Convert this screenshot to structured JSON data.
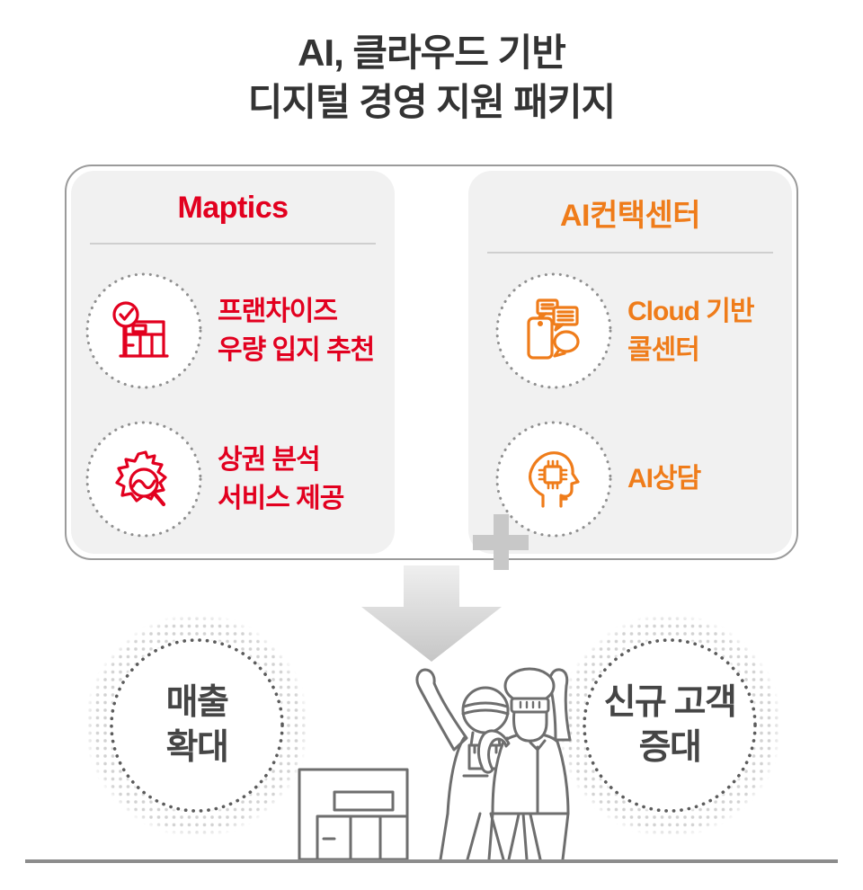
{
  "title": {
    "line1": "AI, 클라우드 기반",
    "line2": "디지털 경영 지원 패키지"
  },
  "panels": [
    {
      "id": "maptics",
      "title": "Maptics",
      "accent_color": "#e2001f",
      "items": [
        {
          "icon": "store-check-icon",
          "lines": [
            "프랜차이즈",
            "우량 입지 추천"
          ]
        },
        {
          "icon": "map-magnifier-icon",
          "lines": [
            "상권 분석",
            "서비스 제공"
          ]
        }
      ]
    },
    {
      "id": "ai-contact-center",
      "title": "AI컨택센터",
      "accent_color": "#ef7c1a",
      "items": [
        {
          "icon": "phone-chat-icon",
          "lines": [
            "Cloud 기반",
            "콜센터"
          ]
        },
        {
          "icon": "ai-head-chip-icon",
          "lines": [
            "AI상담"
          ]
        }
      ]
    }
  ],
  "connector": {
    "icon": "plus-icon"
  },
  "flow": {
    "icon": "down-arrow-icon"
  },
  "results": [
    {
      "lines": [
        "매출",
        "확대"
      ]
    },
    {
      "lines": [
        "신규 고객",
        "증대"
      ]
    }
  ],
  "illustration_icons": [
    "storefront-illustration",
    "cheering-workers-illustration",
    "ground-line"
  ],
  "colors": {
    "red": "#e2001f",
    "orange": "#ef7c1a",
    "panel_bg": "#f1f1f1",
    "box_border": "#9b9b9b",
    "title_text": "#333333",
    "result_text": "#454545",
    "plus_gray": "#c8c8c8",
    "illustration_line": "#6e6e6e"
  }
}
